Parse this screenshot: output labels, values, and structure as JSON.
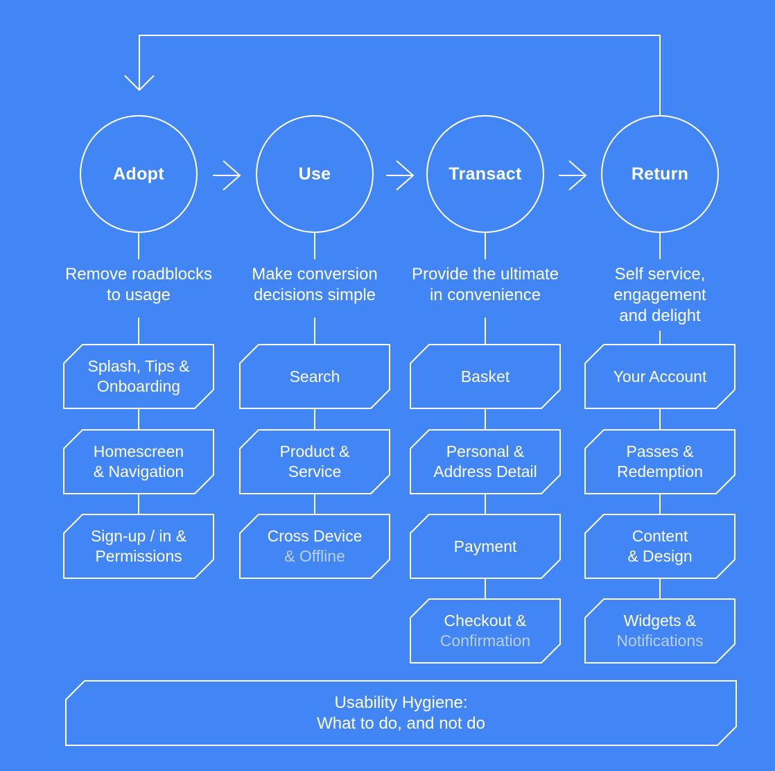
{
  "colors": {
    "background": "#4285f4",
    "line": "#ffffff",
    "text": "#ffffff",
    "dim_text": "rgba(255,255,255,0.62)"
  },
  "stages": [
    {
      "id": "adopt",
      "label": "Adopt",
      "description": "Remove roadblocks\nto usage",
      "boxes": [
        {
          "line1": "Splash, Tips &",
          "line2": "Onboarding"
        },
        {
          "line1": "Homescreen",
          "line2": "& Navigation"
        },
        {
          "line1": "Sign-up / in &",
          "line2": "Permissions"
        }
      ]
    },
    {
      "id": "use",
      "label": "Use",
      "description": "Make conversion\ndecisions simple",
      "boxes": [
        {
          "line1": "Search"
        },
        {
          "line1": "Product &",
          "line2": "Service"
        },
        {
          "line1": "Cross Device",
          "line2": "& Offline",
          "line2_dim": "dim"
        }
      ]
    },
    {
      "id": "transact",
      "label": "Transact",
      "description": "Provide the ultimate\nin convenience",
      "boxes": [
        {
          "line1": "Basket"
        },
        {
          "line1": "Personal &",
          "line2": "Address Detail"
        },
        {
          "line1": "Payment"
        },
        {
          "line1": "Checkout &",
          "line2": "Confirmation",
          "line2_dim": "dim"
        }
      ]
    },
    {
      "id": "return",
      "label": "Return",
      "description": "Self service,\nengagement\nand delight",
      "boxes": [
        {
          "line1": "Your Account"
        },
        {
          "line1": "Passes &",
          "line2": "Redemption"
        },
        {
          "line1": "Content",
          "line2": "& Design"
        },
        {
          "line1": "Widgets &",
          "line2": "Notifications",
          "line2_dim": "dim"
        }
      ]
    }
  ],
  "footer": {
    "text": "Usability Hygiene:\nWhat to do, and not do"
  }
}
